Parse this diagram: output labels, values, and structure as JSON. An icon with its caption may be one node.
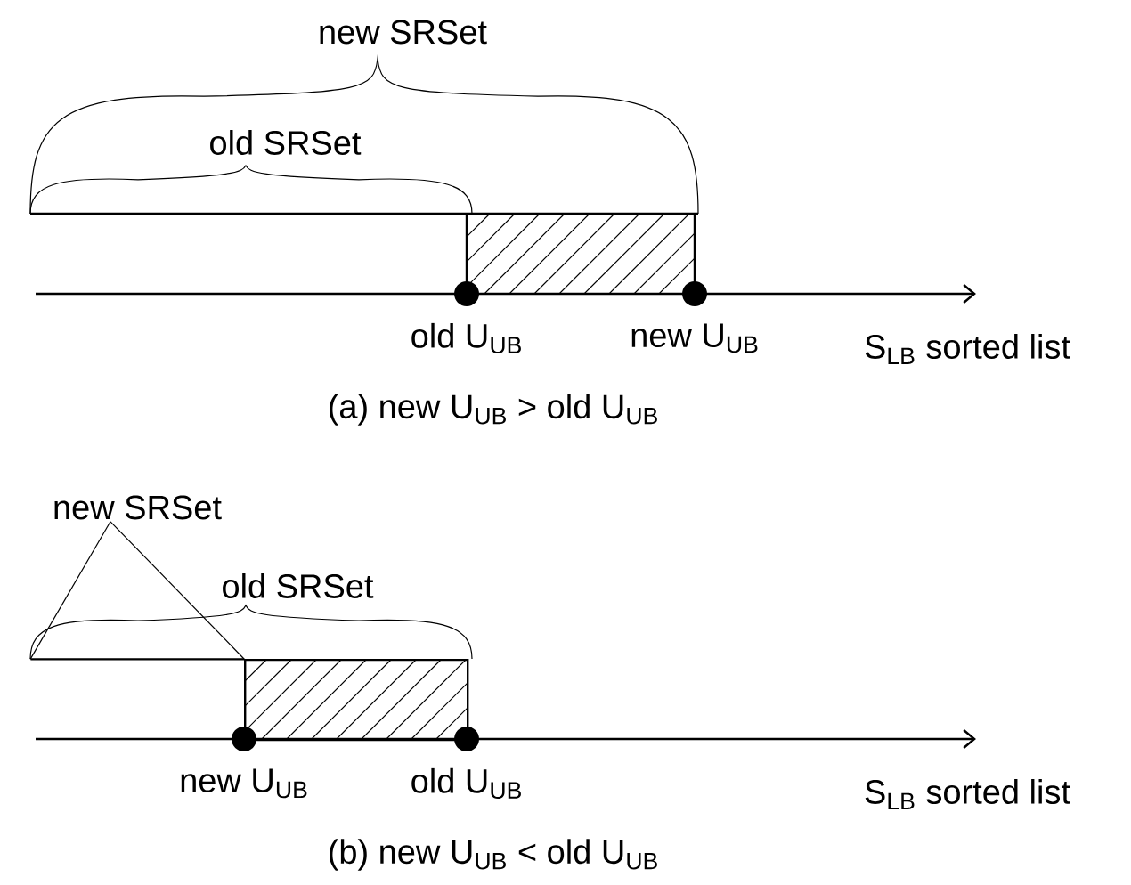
{
  "diagram": {
    "nodes": [
      {
        "text": [
          "new SRSet"
        ]
      },
      {
        "text": [],
        "shape": "bar"
      },
      {
        "text": [],
        "shape": "box"
      }
    ],
    "edges": [
      {
        "from": 0,
        "to": 1,
        "arrow": "none"
      },
      {
        "from": 0,
        "to": 2,
        "arrow": "none"
      }
    ],
    "labels": [
      "new SRSet",
      "old SRSet",
      "old U$_{UB}$",
      "new U$_{UB}$",
      "S$_{LB}$ sorted list",
      "(a) new U$_{UB}$ > old U$_{UB}$",
      "old SRSet",
      "new U$_{UB}$",
      "old U$_{UB}$",
      "S$_{LB}$ sorted list",
      "(b) new U$_{UB}$ < old U$_{UB}$"
    ]
  }
}
